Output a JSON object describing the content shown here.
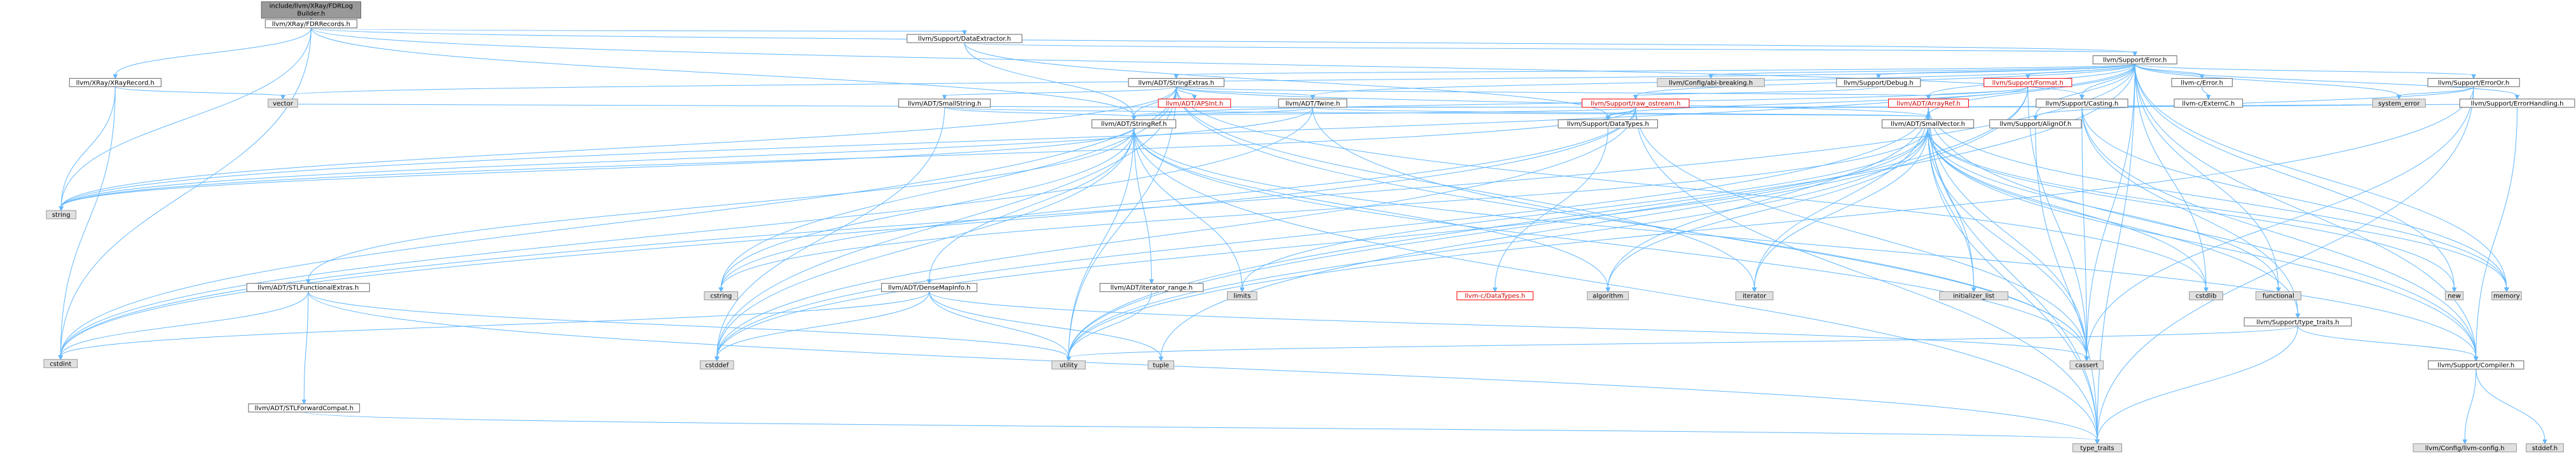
{
  "diagram": {
    "nodes": [
      {
        "id": "root",
        "label": [
          "include/llvm/XRay/FDRLog",
          "Builder.h"
        ],
        "style": "root"
      },
      {
        "id": "fdrrecords",
        "label": [
          "llvm/XRay/FDRRecords.h"
        ],
        "style": "white"
      },
      {
        "id": "dataextractor",
        "label": [
          "llvm/Support/DataExtractor.h"
        ],
        "style": "white"
      },
      {
        "id": "error",
        "label": [
          "llvm/Support/Error.h"
        ],
        "style": "white"
      },
      {
        "id": "xrayrecord",
        "label": [
          "llvm/XRay/XRayRecord.h"
        ],
        "style": "white"
      },
      {
        "id": "stringextras",
        "label": [
          "llvm/ADT/StringExtras.h"
        ],
        "style": "white"
      },
      {
        "id": "abibreaking",
        "label": [
          "llvm/Config/abi-breaking.h"
        ],
        "style": "gray"
      },
      {
        "id": "debug",
        "label": [
          "llvm/Support/Debug.h"
        ],
        "style": "white"
      },
      {
        "id": "format",
        "label": [
          "llvm/Support/Format.h"
        ],
        "style": "red"
      },
      {
        "id": "cerror",
        "label": [
          "llvm-c/Error.h"
        ],
        "style": "white"
      },
      {
        "id": "externc",
        "label": [
          "llvm-c/ExternC.h"
        ],
        "style": "white"
      },
      {
        "id": "erroror",
        "label": [
          "llvm/Support/ErrorOr.h"
        ],
        "style": "white"
      },
      {
        "id": "smallstring",
        "label": [
          "llvm/ADT/SmallString.h"
        ],
        "style": "white"
      },
      {
        "id": "apsint",
        "label": [
          "llvm/ADT/APSInt.h"
        ],
        "style": "red"
      },
      {
        "id": "twine",
        "label": [
          "llvm/ADT/Twine.h"
        ],
        "style": "white"
      },
      {
        "id": "rawostream",
        "label": [
          "llvm/Support/raw_ostream.h"
        ],
        "style": "red"
      },
      {
        "id": "arrayref",
        "label": [
          "llvm/ADT/ArrayRef.h"
        ],
        "style": "red"
      },
      {
        "id": "alignof",
        "label": [
          "llvm/Support/AlignOf.h"
        ],
        "style": "white"
      },
      {
        "id": "casting",
        "label": [
          "llvm/Support/Casting.h"
        ],
        "style": "white"
      },
      {
        "id": "errorhandling",
        "label": [
          "llvm/Support/ErrorHandling.h"
        ],
        "style": "white"
      },
      {
        "id": "vector",
        "label": [
          "vector"
        ],
        "style": "gray"
      },
      {
        "id": "stringref",
        "label": [
          "llvm/ADT/StringRef.h"
        ],
        "style": "white"
      },
      {
        "id": "datatypes",
        "label": [
          "llvm/Support/DataTypes.h"
        ],
        "style": "white"
      },
      {
        "id": "smallvector",
        "label": [
          "llvm/ADT/SmallVector.h"
        ],
        "style": "white"
      },
      {
        "id": "systemerror",
        "label": [
          "system_error"
        ],
        "style": "gray"
      },
      {
        "id": "string",
        "label": [
          "string"
        ],
        "style": "gray"
      },
      {
        "id": "stlfunctionalextras",
        "label": [
          "llvm/ADT/STLFunctionalExtras.h"
        ],
        "style": "white"
      },
      {
        "id": "densemapinfo",
        "label": [
          "llvm/ADT/DenseMapInfo.h"
        ],
        "style": "white"
      },
      {
        "id": "iteratorrange",
        "label": [
          "llvm/ADT/iterator_range.h"
        ],
        "style": "white"
      },
      {
        "id": "cstring",
        "label": [
          "cstring"
        ],
        "style": "gray"
      },
      {
        "id": "cdatatypes",
        "label": [
          "llvm-c/DataTypes.h"
        ],
        "style": "red"
      },
      {
        "id": "limits",
        "label": [
          "limits"
        ],
        "style": "gray"
      },
      {
        "id": "algorithm",
        "label": [
          "algorithm"
        ],
        "style": "gray"
      },
      {
        "id": "iterator",
        "label": [
          "iterator"
        ],
        "style": "gray"
      },
      {
        "id": "initializerlist",
        "label": [
          "initializer_list"
        ],
        "style": "gray"
      },
      {
        "id": "cstdlib",
        "label": [
          "cstdlib"
        ],
        "style": "gray"
      },
      {
        "id": "functional",
        "label": [
          "functional"
        ],
        "style": "gray"
      },
      {
        "id": "new",
        "label": [
          "new"
        ],
        "style": "gray"
      },
      {
        "id": "typetraitsh",
        "label": [
          "llvm/Support/type_traits.h"
        ],
        "style": "white"
      },
      {
        "id": "memory",
        "label": [
          "memory"
        ],
        "style": "gray"
      },
      {
        "id": "cstdint",
        "label": [
          "cstdint"
        ],
        "style": "gray"
      },
      {
        "id": "stlforwardcompat",
        "label": [
          "llvm/ADT/STLForwardCompat.h"
        ],
        "style": "white"
      },
      {
        "id": "cstddef",
        "label": [
          "cstddef"
        ],
        "style": "gray"
      },
      {
        "id": "utility",
        "label": [
          "utility"
        ],
        "style": "gray"
      },
      {
        "id": "tuple",
        "label": [
          "tuple"
        ],
        "style": "gray"
      },
      {
        "id": "cassert",
        "label": [
          "cassert"
        ],
        "style": "gray"
      },
      {
        "id": "compiler",
        "label": [
          "llvm/Support/Compiler.h"
        ],
        "style": "white"
      },
      {
        "id": "typetraits",
        "label": [
          "type_traits"
        ],
        "style": "gray"
      },
      {
        "id": "llvmconfig",
        "label": [
          "llvm/Config/llvm-config.h"
        ],
        "style": "gray"
      },
      {
        "id": "stddef",
        "label": [
          "stddef.h"
        ],
        "style": "gray"
      }
    ],
    "edges": [
      [
        "root",
        "fdrrecords"
      ],
      [
        "fdrrecords",
        "dataextractor"
      ],
      [
        "fdrrecords",
        "error"
      ],
      [
        "fdrrecords",
        "xrayrecord"
      ],
      [
        "fdrrecords",
        "casting"
      ],
      [
        "fdrrecords",
        "stringref"
      ],
      [
        "fdrrecords",
        "cstdint"
      ],
      [
        "fdrrecords",
        "string"
      ],
      [
        "dataextractor",
        "error"
      ],
      [
        "dataextractor",
        "stringref"
      ],
      [
        "dataextractor",
        "datatypes"
      ],
      [
        "error",
        "stringextras"
      ],
      [
        "error",
        "abibreaking"
      ],
      [
        "error",
        "debug"
      ],
      [
        "error",
        "format"
      ],
      [
        "error",
        "cerror"
      ],
      [
        "error",
        "erroror"
      ],
      [
        "error",
        "twine"
      ],
      [
        "error",
        "rawostream"
      ],
      [
        "error",
        "arrayref"
      ],
      [
        "error",
        "smallvector"
      ],
      [
        "error",
        "alignof"
      ],
      [
        "error",
        "casting"
      ],
      [
        "error",
        "errorhandling"
      ],
      [
        "error",
        "compiler"
      ],
      [
        "error",
        "vector"
      ],
      [
        "error",
        "systemerror"
      ],
      [
        "error",
        "string"
      ],
      [
        "error",
        "cassert"
      ],
      [
        "error",
        "cstdint"
      ],
      [
        "error",
        "cstdlib"
      ],
      [
        "error",
        "functional"
      ],
      [
        "error",
        "memory"
      ],
      [
        "error",
        "new"
      ],
      [
        "error",
        "typetraits"
      ],
      [
        "error",
        "utility"
      ],
      [
        "xrayrecord",
        "vector"
      ],
      [
        "xrayrecord",
        "string"
      ],
      [
        "xrayrecord",
        "cstdint"
      ],
      [
        "stringextras",
        "apsint"
      ],
      [
        "stringextras",
        "smallstring"
      ],
      [
        "stringextras",
        "twine"
      ],
      [
        "stringextras",
        "arrayref"
      ],
      [
        "stringextras",
        "smallvector"
      ],
      [
        "stringextras",
        "stringref"
      ],
      [
        "stringextras",
        "cassert"
      ],
      [
        "stringextras",
        "cstddef"
      ],
      [
        "stringextras",
        "cstdint"
      ],
      [
        "stringextras",
        "cstdlib"
      ],
      [
        "stringextras",
        "cstring"
      ],
      [
        "stringextras",
        "iterator"
      ],
      [
        "stringextras",
        "string"
      ],
      [
        "stringextras",
        "utility"
      ],
      [
        "debug",
        "rawostream"
      ],
      [
        "format",
        "arrayref"
      ],
      [
        "format",
        "stringref"
      ],
      [
        "format",
        "datatypes"
      ],
      [
        "format",
        "cassert"
      ],
      [
        "format",
        "cstdio"
      ],
      [
        "format",
        "optional"
      ],
      [
        "format",
        "tuple"
      ],
      [
        "format",
        "utility"
      ],
      [
        "cerror",
        "externc"
      ],
      [
        "erroror",
        "alignof"
      ],
      [
        "erroror",
        "cassert"
      ],
      [
        "erroror",
        "systemerror"
      ],
      [
        "erroror",
        "typetraits"
      ],
      [
        "erroror",
        "utility"
      ],
      [
        "smallstring",
        "smallvector"
      ],
      [
        "smallstring",
        "stringref"
      ],
      [
        "smallstring",
        "cstddef"
      ],
      [
        "twine",
        "smallvector"
      ],
      [
        "twine",
        "stringref"
      ],
      [
        "twine",
        "errorhandling"
      ],
      [
        "twine",
        "cassert"
      ],
      [
        "twine",
        "cstdint"
      ],
      [
        "twine",
        "string"
      ],
      [
        "twine",
        "stringview"
      ],
      [
        "rawostream",
        "stringref"
      ],
      [
        "rawostream",
        "datatypes"
      ],
      [
        "rawostream",
        "cassert"
      ],
      [
        "rawostream",
        "cstddef"
      ],
      [
        "rawostream",
        "cstdint"
      ],
      [
        "rawostream",
        "cstring"
      ],
      [
        "rawostream",
        "string"
      ],
      [
        "rawostream",
        "systemerror"
      ],
      [
        "rawostream",
        "typetraits"
      ],
      [
        "arrayref",
        "smallvector"
      ],
      [
        "arrayref",
        "compiler"
      ],
      [
        "arrayref",
        "algorithm"
      ],
      [
        "arrayref",
        "array"
      ],
      [
        "arrayref",
        "cassert"
      ],
      [
        "arrayref",
        "cstddef"
      ],
      [
        "arrayref",
        "initializerlist"
      ],
      [
        "arrayref",
        "iterator"
      ],
      [
        "arrayref",
        "memory"
      ],
      [
        "arrayref",
        "typetraits"
      ],
      [
        "arrayref",
        "vector"
      ],
      [
        "alignof",
        "typetraits"
      ],
      [
        "casting",
        "compiler"
      ],
      [
        "casting",
        "typetraitsh"
      ],
      [
        "casting",
        "cassert"
      ],
      [
        "casting",
        "memory"
      ],
      [
        "casting",
        "optional"
      ],
      [
        "errorhandling",
        "compiler"
      ],
      [
        "stringref",
        "stlfunctionalextras"
      ],
      [
        "stringref",
        "densemapinfo"
      ],
      [
        "stringref",
        "iteratorrange"
      ],
      [
        "stringref",
        "compiler"
      ],
      [
        "stringref",
        "algorithm"
      ],
      [
        "stringref",
        "cassert"
      ],
      [
        "stringref",
        "cstddef"
      ],
      [
        "stringref",
        "cstring"
      ],
      [
        "stringref",
        "limits"
      ],
      [
        "stringref",
        "string"
      ],
      [
        "stringref",
        "typetraits"
      ],
      [
        "stringref",
        "utility"
      ],
      [
        "datatypes",
        "cdatatypes"
      ],
      [
        "smallvector",
        "compiler"
      ],
      [
        "smallvector",
        "typetraitsh"
      ],
      [
        "smallvector",
        "algorithm"
      ],
      [
        "smallvector",
        "cassert"
      ],
      [
        "smallvector",
        "cstddef"
      ],
      [
        "smallvector",
        "cstdlib"
      ],
      [
        "smallvector",
        "cstring"
      ],
      [
        "smallvector",
        "functional"
      ],
      [
        "smallvector",
        "initializerlist"
      ],
      [
        "smallvector",
        "iterator"
      ],
      [
        "smallvector",
        "limits"
      ],
      [
        "smallvector",
        "memory"
      ],
      [
        "smallvector",
        "new"
      ],
      [
        "smallvector",
        "typetraits"
      ],
      [
        "smallvector",
        "utility"
      ],
      [
        "stlfunctionalextras",
        "stlforwardcompat"
      ],
      [
        "stlfunctionalextras",
        "cstdint"
      ],
      [
        "stlfunctionalextras",
        "typetraits"
      ],
      [
        "stlfunctionalextras",
        "utility"
      ],
      [
        "densemapinfo",
        "cassert"
      ],
      [
        "densemapinfo",
        "cstddef"
      ],
      [
        "densemapinfo",
        "cstdint"
      ],
      [
        "densemapinfo",
        "tuple"
      ],
      [
        "densemapinfo",
        "utility"
      ],
      [
        "iteratorrange",
        "utility"
      ],
      [
        "typetraitsh",
        "compiler"
      ],
      [
        "typetraitsh",
        "typetraits"
      ],
      [
        "typetraitsh",
        "utility"
      ],
      [
        "stlforwardcompat",
        "typetraits"
      ],
      [
        "compiler",
        "llvmconfig"
      ],
      [
        "compiler",
        "stddef"
      ]
    ]
  }
}
